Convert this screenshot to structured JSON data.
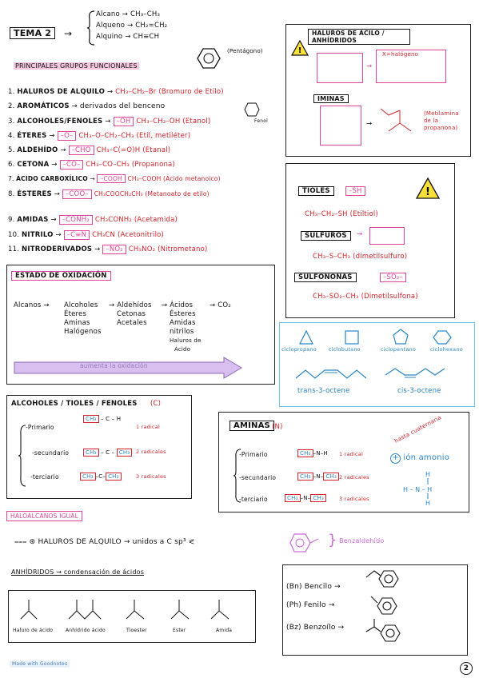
{
  "header": {
    "tema_label": "TEMA 2",
    "arrow": "→",
    "alkane": "Alcano → CH₃–CH₃",
    "alkene": "Alqueno → CH₂=CH₂",
    "alkyne": "Alquino → CH≡CH",
    "pentagon_note": "(Pentágono)"
  },
  "functional_groups": {
    "title": "PRINCIPALES GRUPOS FUNCIONALES",
    "items": [
      {
        "num": "1.",
        "name": "HALUROS DE ALQUILO",
        "group": "",
        "example": "CH₃–CH₂–Br (Bromuro de Etilo)"
      },
      {
        "num": "2.",
        "name": "AROMÁTICOS",
        "group": "derivados del benceno",
        "example": ""
      },
      {
        "num": "3.",
        "name": "ALCOHOLES/FENOLES",
        "group": "–OH",
        "example": "CH₃–CH₂–OH (Etanol)"
      },
      {
        "num": "4.",
        "name": "ÉTERES",
        "group": "–O–",
        "example": "CH₃–O–CH₂–CH₃ (Etil, metiléter)"
      },
      {
        "num": "5.",
        "name": "ALDEHÍDO",
        "group": "–CHO",
        "example": "CH₃–C(=O)H (Etanal)"
      },
      {
        "num": "6.",
        "name": "CETONA",
        "group": "–CO–",
        "example": "CH₃–CO–CH₃ (Propanona)"
      },
      {
        "num": "7.",
        "name": "ÁCIDO CARBOXÍLICO",
        "group": "–COOH",
        "example": "CH₃–COOH (Ácido metanoico)"
      },
      {
        "num": "8.",
        "name": "ÉSTERES",
        "group": "–COO–",
        "example": "CH₃COOCH₂CH₃ (Metanoato de etilo)"
      },
      {
        "num": "9.",
        "name": "AMIDAS",
        "group": "–CONH₂",
        "example": "CH₃CONH₂ (Acetamida)"
      },
      {
        "num": "10.",
        "name": "NITRILO",
        "group": "–C≡N",
        "example": "CH₃CN (Acetonitrilo)"
      },
      {
        "num": "11.",
        "name": "NITRODERIVADOS",
        "group": "–NO₂",
        "example": "CH₃NO₂ (Nitrometano)"
      }
    ],
    "fenol_label": "Fenol"
  },
  "acid_halides": {
    "title": "HALUROS DE ACILO / ANHÍDRIDOS",
    "x_halogeno": "X=halógeno",
    "iminas_title": "IMINAS",
    "imine_example": "(Metilamina de la propanona)"
  },
  "thiols": {
    "tioles_title": "TIOLES",
    "tioles_group": "–SH",
    "tioles_example": "CH₃–CH₂–SH (Etiltiol)",
    "sulfuros_title": "SULFUROS",
    "sulfuros_example": "CH₃–S–CH₃ (dimetilsulfuro)",
    "sulfonas_title": "SULFONONAS",
    "sulfonas_group": "–SO₂–",
    "sulfonas_example": "CH₃–SO₂–CH₃ (Dimetilsulfona)"
  },
  "oxidation": {
    "title": "ESTADO DE OXIDACIÓN",
    "col1": [
      "Alcanos →"
    ],
    "col2": [
      "Alcoholes",
      "Éteres",
      "Aminas",
      "Halógenos"
    ],
    "col3": [
      "→ Aldehídos",
      "Cetonas",
      "Acetales"
    ],
    "col4": [
      "→ Ácidos",
      "Ésteres",
      "Amidas",
      "nitrilos",
      "Haluros de",
      "Ácido"
    ],
    "col5": [
      "→ CO₂"
    ],
    "arrow_label": "aumenta la oxidación"
  },
  "rings": {
    "labels": [
      "ciclopropano",
      "ciclobutano",
      "ciclopentano",
      "ciclohexano"
    ],
    "trans": "trans-3-octene",
    "cis": "cis-3-octene"
  },
  "alcohols_box": {
    "title": "ALCOHOLES / TIOLES / FENOLES",
    "tag": "(C)",
    "primario": "-Primario",
    "secundario": "-secundario",
    "terciario": "-terciario",
    "r1": "1 radical",
    "r2": "2 radicales",
    "r3": "3 radicales",
    "haloalcanos": "HALOALCANOS IGUAL"
  },
  "aminas_box": {
    "title": "AMINAS",
    "tag": "(N)",
    "primario": "-Primario",
    "secundario": "-secundario",
    "terciario": "-terciario",
    "r1": "1 radical",
    "r2": "2 radicales",
    "r3": "3 radicales",
    "cuaternaria": "hasta cuaternaria",
    "ion": "ión amonio"
  },
  "bottom": {
    "haluros_line": "HALUROS DE ALQUILO → unidos a C sp³",
    "benzaldehido": "Benzaldehído",
    "anhidridos_line": "ANHÍDRIDOS → condensación de ácidos",
    "derivs": [
      "Haluro de ácido",
      "Anhídrido ácido",
      "Tioester",
      "Ester",
      "Amida"
    ],
    "bencilo": "(Bn) Bencilo →",
    "fenilo": "(Ph) Fenilo →",
    "benzoilo": "(Bz) Benzoílo →",
    "goodnotes": "Made with Goodnotes",
    "page_number": "2"
  },
  "colors": {
    "red": "#d4232a",
    "pink": "#e1459a",
    "blue": "#2a86c7",
    "lavender": "#d9bff0"
  },
  "icons": [
    "benzene-icon",
    "warning-icon",
    "warning-icon",
    "hexagon-icon",
    "ring-icons"
  ]
}
